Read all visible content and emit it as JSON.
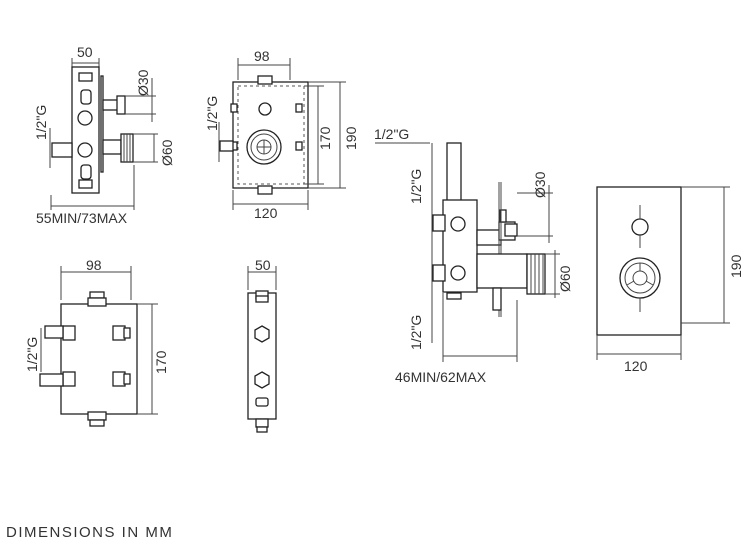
{
  "dimensions": {
    "top_left_width": "50",
    "top_left_thread": "1/2\"G",
    "top_left_dia_small": "Ø30",
    "top_left_dia_large": "Ø60",
    "top_left_depth": "55MIN/73MAX",
    "top_mid_width": "98",
    "top_mid_thread": "1/2\"G",
    "top_mid_height_inner": "170",
    "top_mid_height_outer": "190",
    "top_mid_plate_width": "120",
    "bottom_left_width": "98",
    "bottom_left_thread": "1/2\"G",
    "bottom_left_height": "170",
    "bottom_mid_width": "50",
    "right_thread_1": "1/2\"G",
    "right_thread_2": "1/2\"G",
    "right_thread_3": "1/2\"G",
    "right_dia_small": "Ø30",
    "right_dia_large": "Ø60",
    "right_depth": "46MIN/62MAX",
    "right_front_height": "190",
    "right_front_width": "120"
  },
  "footer": "DIMENSIONS IN MM"
}
